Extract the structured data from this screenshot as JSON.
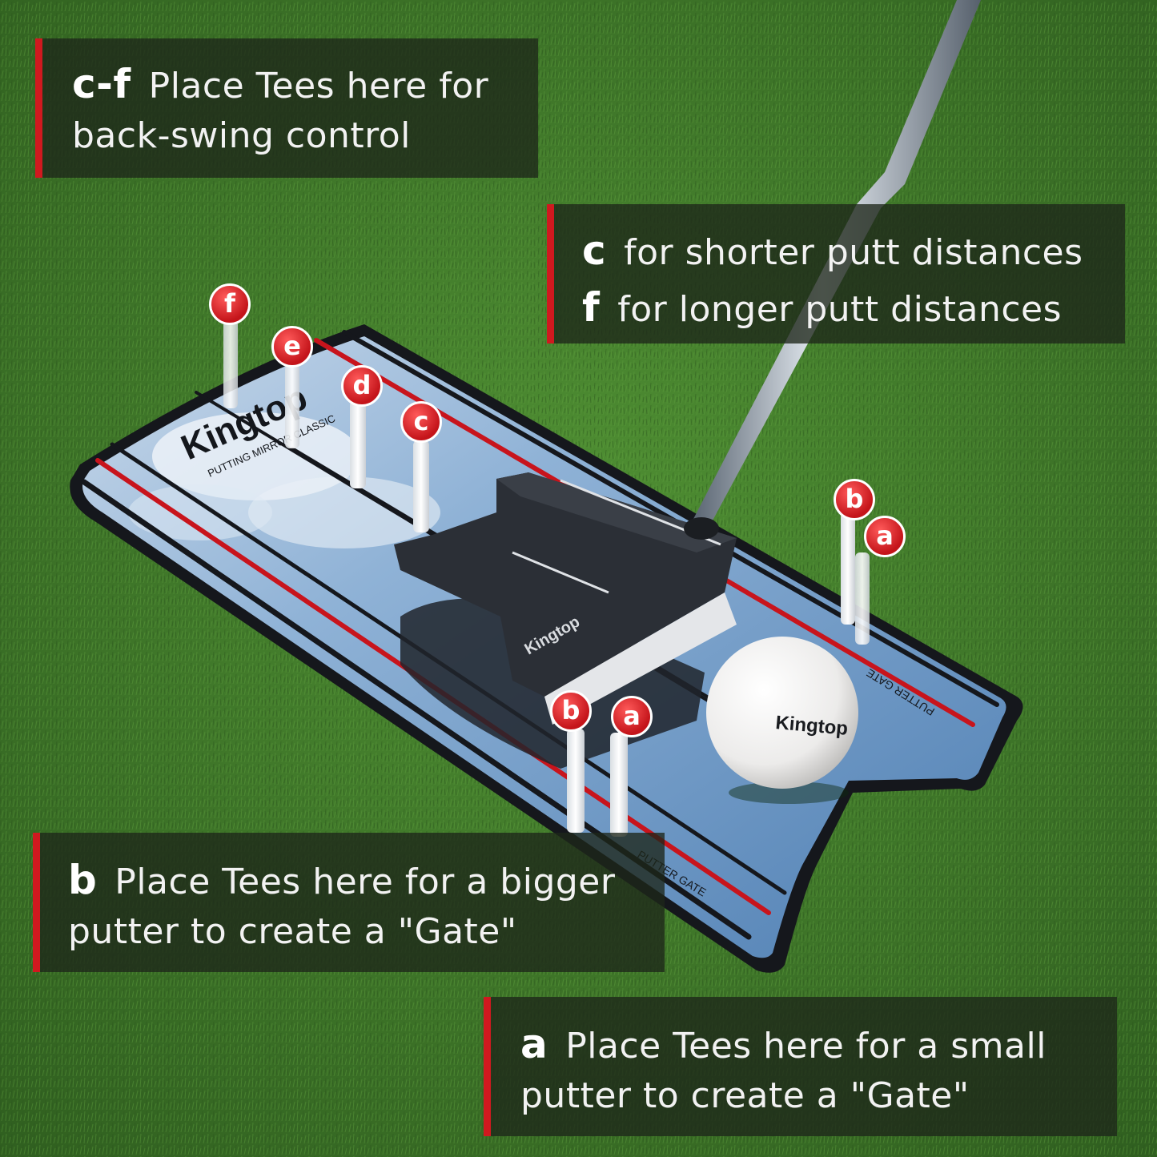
{
  "colors": {
    "grass": "#3f7a2a",
    "accent_red": "#d0191f",
    "panel": "#1e261a"
  },
  "callouts": {
    "cf": {
      "key": "c-f",
      "line1": "Place Tees here for",
      "line2": "back-swing control"
    },
    "distances": {
      "key_c": "c",
      "text_c": "for shorter putt distances",
      "key_f": "f",
      "text_f": "for longer putt distances"
    },
    "b": {
      "key": "b",
      "line1": "Place Tees here for a bigger",
      "line2": "putter to create a \"Gate\""
    },
    "a": {
      "key": "a",
      "line1": "Place Tees here for a small",
      "line2": "putter to create a \"Gate\""
    }
  },
  "mirror": {
    "brand": "Kingtop",
    "product": "PUTTING MIRROR CLASSIC",
    "gate_label": "PUTTER GATE"
  },
  "putter": {
    "brand": "Kingtop"
  },
  "ball": {
    "brand": "Kingtop"
  },
  "tee_labels": {
    "a": "a",
    "b": "b",
    "c": "c",
    "d": "d",
    "e": "e",
    "f": "f"
  }
}
